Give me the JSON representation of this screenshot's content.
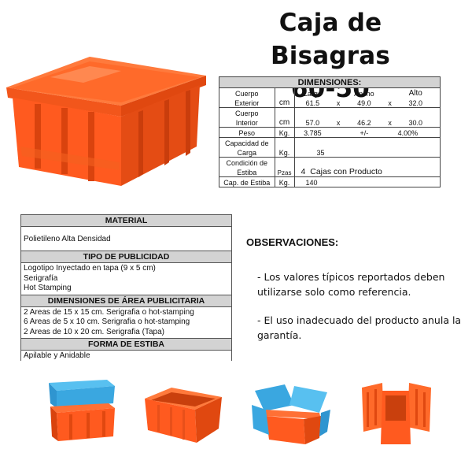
{
  "title": {
    "line1": "Caja de Bisagras",
    "line2": "60-50"
  },
  "dimensions": {
    "header": "DIMENSIONES:",
    "exterior": {
      "label1": "Cuerpo",
      "label2": "Exterior",
      "unit": "cm",
      "h_largo": "Largo",
      "h_ancho": "Ancho",
      "h_alto": "Alto",
      "largo": "61.5",
      "ancho": "49.0",
      "alto": "32.0",
      "x": "x"
    },
    "interior": {
      "label1": "Cuerpo",
      "label2": "Interior",
      "unit": "cm",
      "largo": "57.0",
      "ancho": "46.2",
      "alto": "30.0",
      "x": "x"
    },
    "peso": {
      "label": "Peso",
      "unit": "Kg.",
      "value": "3.785",
      "pm": "+/-",
      "tol": "4.00%"
    },
    "capacidad": {
      "label1": "Capacidad de",
      "label2": "Carga",
      "unit": "Kg.",
      "value": "35"
    },
    "estiba": {
      "label1": "Condición de",
      "label2": "Estiba",
      "unit": "Pzas",
      "value": "4",
      "note": "Cajas con Producto"
    },
    "cap_estiba": {
      "label": "Cap. de Estiba",
      "unit": "Kg.",
      "value": "140"
    }
  },
  "material": {
    "h_material": "MATERIAL",
    "material": "Polietileno Alta Densidad",
    "h_publicidad": "TIPO DE PUBLICIDAD",
    "publicidad": [
      "Logotipo Inyectado en tapa (9 x 5 cm)",
      "Serigrafía",
      "Hot Stamping"
    ],
    "h_area": "DIMENSIONES DE ÁREA PUBLICITARIA",
    "area": [
      "2 Areas de 15 x 15 cm. Serigrafia o hot-stamping",
      "6 Areas de 5 x 10 cm. Serigrafia o hot-stamping",
      "2 Areas de 10 x 20 cm. Serigrafia (Tapa)"
    ],
    "h_estiba": "FORMA DE ESTIBA",
    "estiba": "Apilable y Anidable"
  },
  "observaciones": {
    "title": "OBSERVACIONES:",
    "items": [
      "- Los valores típicos reportados deben utilizarse solo como referencia.",
      "- El uso inadecuado  del producto anula la garantía."
    ]
  },
  "colors": {
    "orange": "#ff5a1f",
    "orange_dark": "#e04810",
    "blue": "#3aa7e0",
    "blue_dark": "#1f86c4"
  }
}
